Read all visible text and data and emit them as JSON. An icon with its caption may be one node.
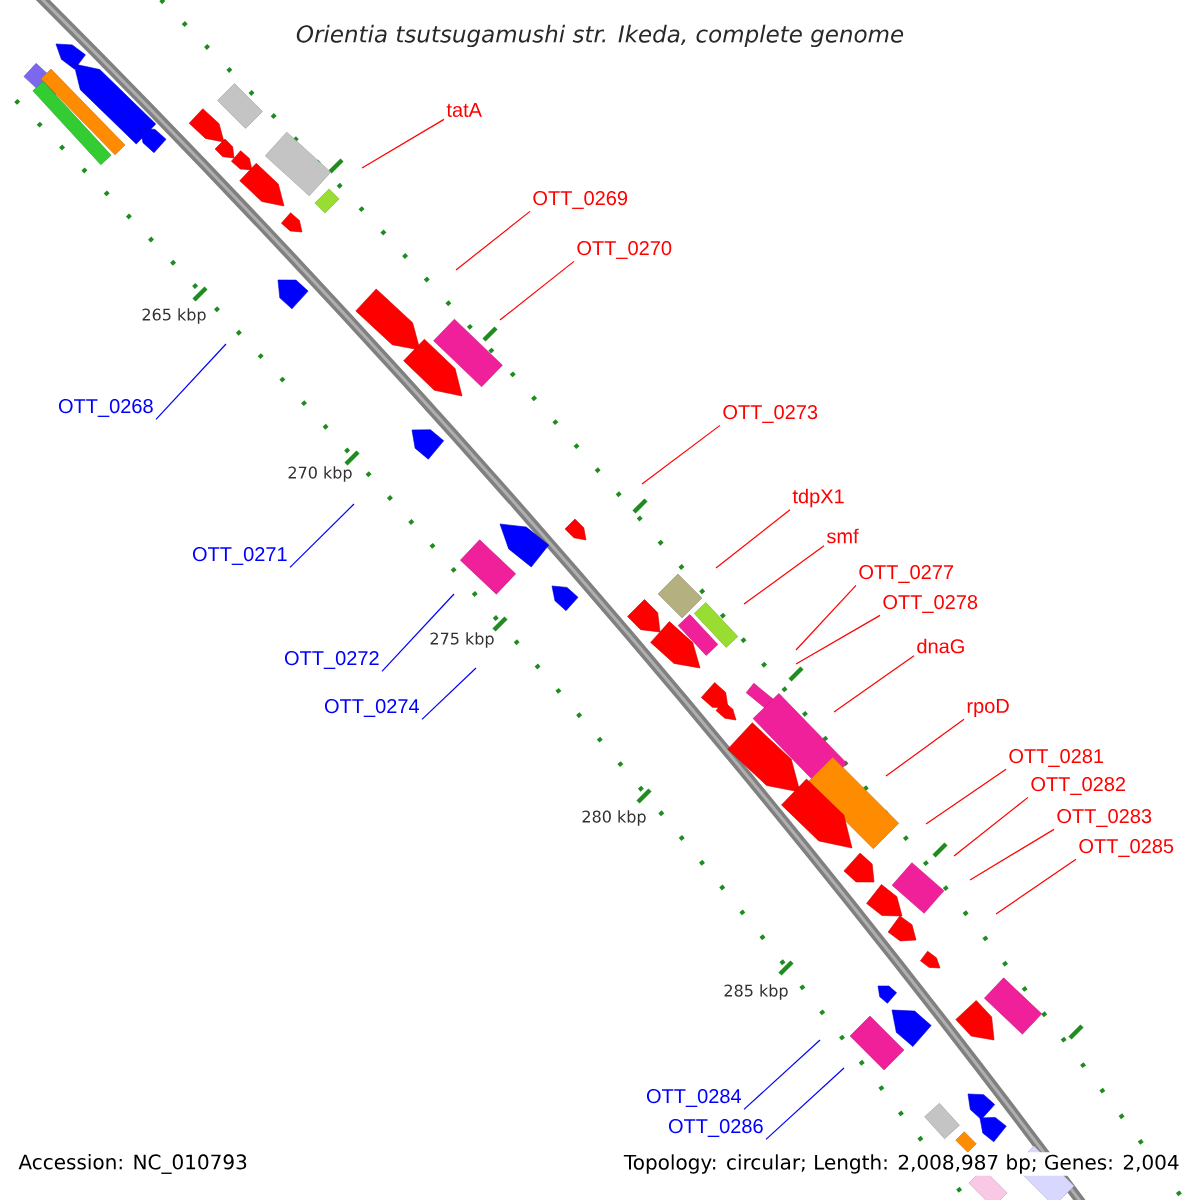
{
  "diagram": {
    "title": "Orientia tsutsugamushi str. Ikeda, complete genome",
    "nodes": [
      {
        "text": [
          "tatA"
        ]
      },
      {
        "text": [
          "OTT_0269"
        ]
      },
      {
        "text": [
          "OTT_0270"
        ]
      },
      {
        "text": [
          "OTT_0268"
        ]
      },
      {
        "text": [
          "OTT_0273"
        ]
      },
      {
        "text": [
          "tdpX1"
        ]
      },
      {
        "text": [
          "smf"
        ]
      },
      {
        "text": [
          "OTT_0271"
        ]
      },
      {
        "text": [
          "OTT_0277"
        ]
      },
      {
        "text": [
          "OTT_0278"
        ]
      },
      {
        "text": [
          "dnaG"
        ]
      },
      {
        "text": [
          "OTT_0272"
        ]
      },
      {
        "text": [
          "OTT_0274"
        ]
      },
      {
        "text": [
          "rpoD"
        ]
      },
      {
        "text": [
          "OTT_0281"
        ]
      },
      {
        "text": [
          "OTT_0282"
        ]
      },
      {
        "text": [
          "OTT_0283"
        ]
      },
      {
        "text": [
          "OTT_0285"
        ]
      },
      {
        "text": [
          "OTT_0284"
        ]
      },
      {
        "text": [
          "OTT_0286"
        ]
      }
    ],
    "edges": [
      {
        "from": 0,
        "to": null,
        "arrow": "none"
      },
      {
        "from": 1,
        "to": null,
        "arrow": "none"
      },
      {
        "from": 2,
        "to": null,
        "arrow": "none"
      },
      {
        "from": 3,
        "to": null,
        "arrow": "none",
        "color": "#0000ff"
      },
      {
        "from": 4,
        "to": null,
        "arrow": "none"
      },
      {
        "from": 5,
        "to": null,
        "arrow": "none"
      },
      {
        "from": 6,
        "to": null,
        "arrow": "none"
      },
      {
        "from": 7,
        "to": null,
        "arrow": "none",
        "color": "#0000ff"
      },
      {
        "from": 8,
        "to": null,
        "arrow": "none"
      },
      {
        "from": 9,
        "to": null,
        "arrow": "none"
      },
      {
        "from": 10,
        "to": null,
        "arrow": "none"
      },
      {
        "from": 11,
        "to": null,
        "arrow": "none",
        "color": "#0000ff"
      },
      {
        "from": 12,
        "to": null,
        "arrow": "none",
        "color": "#0000ff"
      },
      {
        "from": 13,
        "to": null,
        "arrow": "none"
      },
      {
        "from": 14,
        "to": null,
        "arrow": "none"
      },
      {
        "from": 15,
        "to": null,
        "arrow": "none"
      },
      {
        "from": 16,
        "to": null,
        "arrow": "none"
      },
      {
        "from": 17,
        "to": null,
        "arrow": "none"
      },
      {
        "from": 18,
        "to": null,
        "arrow": "none",
        "color": "#0000ff"
      },
      {
        "from": 19,
        "to": null,
        "arrow": "none",
        "color": "#0000ff"
      }
    ],
    "labels": [
      "265 kbp",
      "270 kbp",
      "275 kbp",
      "280 kbp",
      "285 kbp",
      "Accession: NC_010793",
      "Topology: circular; Length: 2,008,987 bp; Genes: 2,004"
    ]
  }
}
